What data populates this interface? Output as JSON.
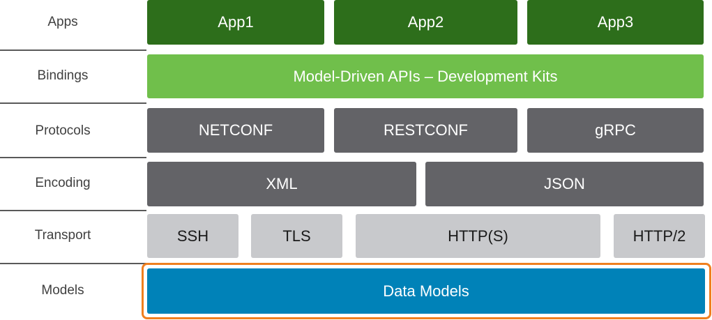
{
  "rows": {
    "apps": "Apps",
    "bindings": "Bindings",
    "protocols": "Protocols",
    "encoding": "Encoding",
    "transport": "Transport",
    "models": "Models"
  },
  "apps": [
    "App1",
    "App2",
    "App3"
  ],
  "bindings": "Model-Driven APIs – Development Kits",
  "protocols": [
    "NETCONF",
    "RESTCONF",
    "gRPC"
  ],
  "encoding": [
    "XML",
    "JSON"
  ],
  "transport": [
    "SSH",
    "TLS",
    "HTTP(S)",
    "HTTP/2"
  ],
  "models": "Data Models",
  "colors": {
    "app": "#2d6e1b",
    "binding": "#70bf4b",
    "protocol_encoding": "#636367",
    "transport": "#c8c9cc",
    "model": "#0082b8",
    "highlight": "#f07f1e"
  }
}
